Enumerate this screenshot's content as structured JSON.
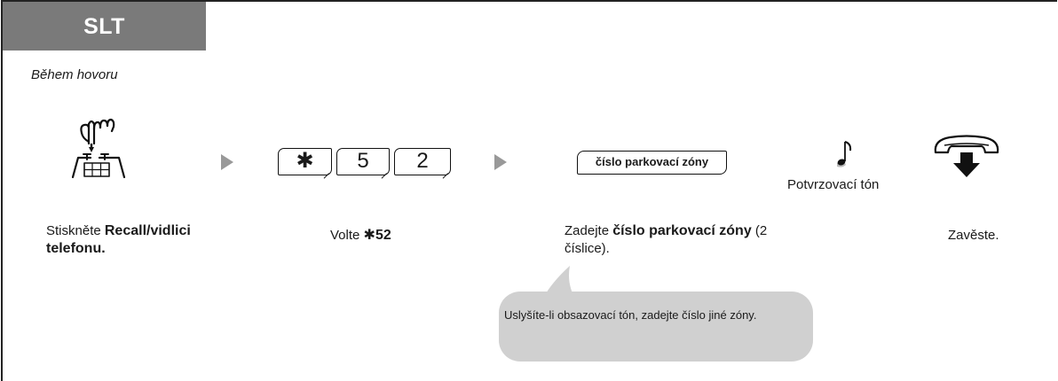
{
  "header": {
    "title": "SLT"
  },
  "context_label": "Během hovoru",
  "steps": {
    "recall": {
      "caption_prefix": "Stiskněte ",
      "caption_bold": "Recall/vidlici telefonu.",
      "icon": "hand-press-hook-icon"
    },
    "dial": {
      "keys": [
        "✱",
        "5",
        "2"
      ],
      "caption_prefix": "Volte ",
      "caption_symbol": "✱",
      "caption_bold": "52"
    },
    "zone": {
      "box_label": "číslo parkovací zóny",
      "caption_prefix": "Zadejte ",
      "caption_bold": "číslo parkovací zóny",
      "caption_suffix": " (2 číslice)."
    },
    "tone": {
      "label": "Potvrzovací tón",
      "icon": "music-note-icon"
    },
    "hangup": {
      "caption": "Zavěste.",
      "icon": "handset-down-icon"
    }
  },
  "note": {
    "text": "Uslyšíte-li obsazovací tón, zadejte číslo jiné zóny."
  },
  "colors": {
    "header_bg": "#7a7a7a",
    "arrow": "#999999",
    "bubble": "#d0d0d0"
  }
}
